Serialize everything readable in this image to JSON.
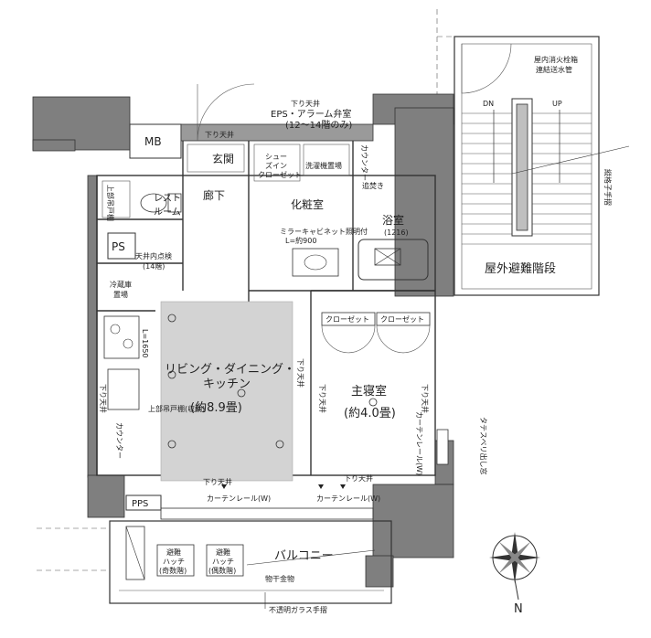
{
  "rooms": {
    "mb": "MB",
    "entrance": "玄関",
    "shoe_storage_1": "シュー",
    "shoe_storage_2": "ズイン",
    "shoe_storage_3": "クローゼット",
    "hallway": "廊下",
    "powder_room": "化粧室",
    "toilet_1": "レスト",
    "toilet_2": "ルーム",
    "bathroom": "浴室",
    "bathroom_size": "(1216)",
    "ps": "PS",
    "pps": "PPS",
    "ldk_1": "リビング・ダイニング・",
    "ldk_2": "キッチン",
    "ldk_size": "(約8.9畳)",
    "master_bedroom": "主寝室",
    "master_bedroom_size": "(約4.0畳)",
    "closet_1": "クローゼット",
    "closet_2": "クローゼット",
    "balcony": "バルコニー",
    "outdoor_stairs": "屋外避難階段"
  },
  "annotations": {
    "eps_alarm_1": "EPS・アラーム弁室",
    "eps_alarm_2": "(12～14階のみ)",
    "lowered_ceiling": "下り天井",
    "lowered_ceiling_v": "下り天井",
    "stair_down": "DN",
    "stair_up": "UP",
    "fire_hydrant_1": "屋内消火栓箱",
    "fire_hydrant_2": "連結送水管",
    "vertical_handrail": "縦格子手摺",
    "ceiling_height_label": "天井内点検",
    "ceiling_height_value": "(14階)",
    "fridge_1": "冷蔵庫",
    "fridge_2": "置場",
    "washer_1": "洗濯機置場",
    "counter": "カウンター",
    "counter_v": "カウンター",
    "curtain_rail_1": "カーテンレール(W)",
    "curtain_rail_2": "カーテンレール(W)",
    "curtain_rail_v": "カーテンレール(W)",
    "kitchen_height": "L=1650",
    "vanity_height": "ミラーキャビネット照明付",
    "vanity_height_2": "L=約900",
    "hatch_1a": "避難",
    "hatch_1b": "ハッチ",
    "hatch_1c": "(奇数階)",
    "hatch_2a": "避難",
    "hatch_2b": "ハッチ",
    "hatch_2c": "(偶数階)",
    "laundry_hanger": "物干金物",
    "opaque_glass": "不透明ガラス手摺",
    "sliding_window": "タテスベリ出し窓",
    "reheat": "追焚き",
    "upper_storage": "上部吊戸棚",
    "kitchen_cabinet": "上部吊戸棚(収納)",
    "north": "N"
  },
  "colors": {
    "wall": "#7f7f7f",
    "ldk_fill": "#d3d3d3",
    "line": "#333333",
    "stair_fill": "#bfbfbf"
  },
  "icons": [
    "compass-rose-icon",
    "door-swing-icon",
    "toilet-icon",
    "bathtub-icon",
    "stove-icon",
    "sink-icon"
  ]
}
